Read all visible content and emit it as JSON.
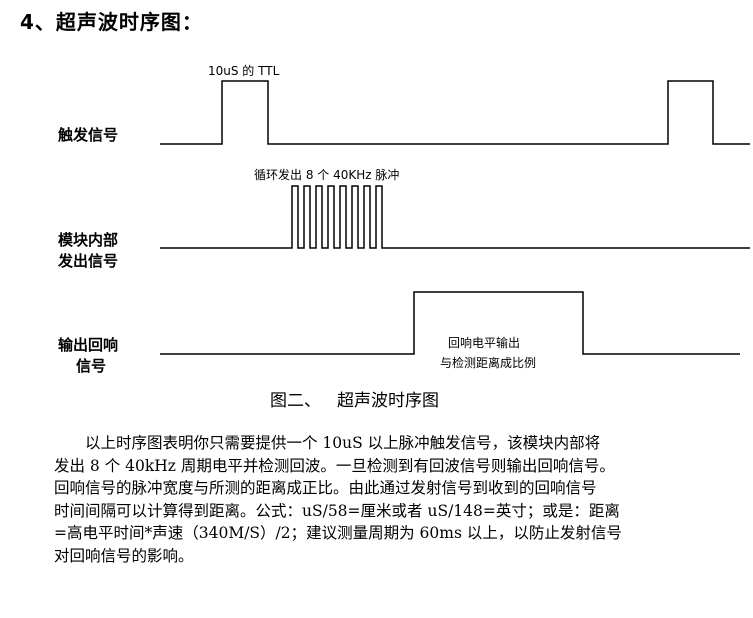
{
  "heading": "4、超声波时序图：",
  "signals": {
    "trigger_label": "触发信号",
    "module_label_1": "模块内部",
    "module_label_2": "发出信号",
    "echo_label_1": "输出回响",
    "echo_label_2": "信号"
  },
  "annotations": {
    "trigger_pulse": "10uS 的 TTL",
    "burst": "循环发出 8 个 40KHz 脉冲",
    "echo_1": "回响电平输出",
    "echo_2": "与检测距离成比例"
  },
  "caption": {
    "figure": "图二、",
    "title": "超声波时序图"
  },
  "paragraph": [
    "以上时序图表明你只需要提供一个 10uS 以上脉冲触发信号，该模块内部将",
    "发出 8 个 40kHz 周期电平并检测回波。一旦检测到有回波信号则输出回响信号。",
    "回响信号的脉冲宽度与所测的距离成正比。由此通过发射信号到收到的回响信号",
    "时间间隔可以计算得到距离。公式：uS/58=厘米或者 uS/148=英寸；或是：距离",
    "=高电平时间*声速（340M/S）/2；建议测量周期为 60ms 以上，以防止发射信号",
    "对回响信号的影响。"
  ],
  "burst_pulse_count": 8
}
